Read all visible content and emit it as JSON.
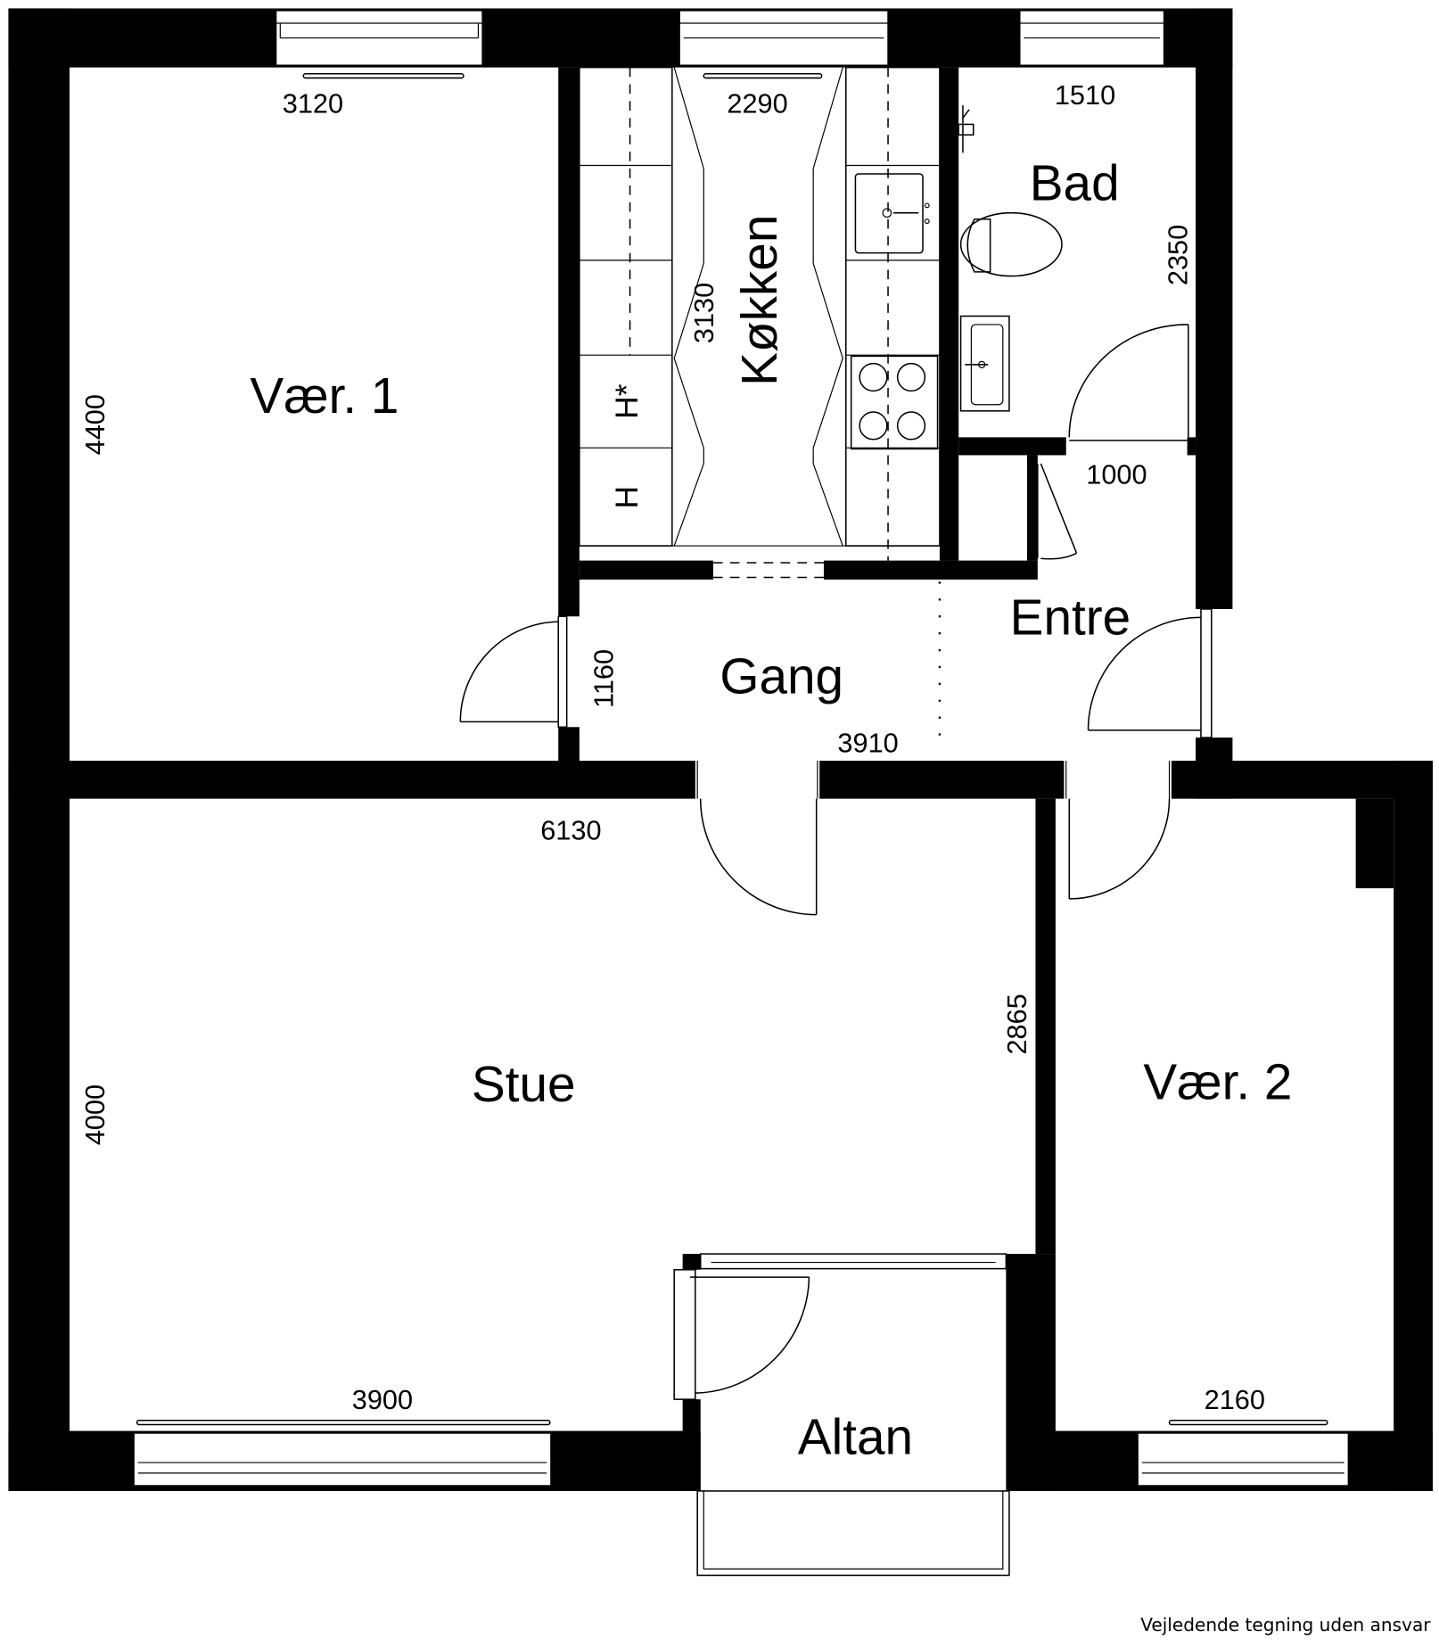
{
  "rooms": {
    "vaer1": "Vær. 1",
    "koekken": "Køkken",
    "bad": "Bad",
    "gang": "Gang",
    "entre": "Entre",
    "stue": "Stue",
    "vaer2": "Vær. 2",
    "altan": "Altan"
  },
  "dimensions": {
    "vaer1_width": "3120",
    "vaer1_length": "4400",
    "koekken_width": "2290",
    "koekken_length": "3130",
    "bad_width": "1510",
    "bad_length": "2350",
    "entre_width": "1000",
    "gang_width": "1160",
    "gang_length": "3910",
    "stue_width_top": "6130",
    "stue_width_bottom": "3900",
    "stue_length": "4000",
    "stue_partial": "2865",
    "vaer2_width": "2160"
  },
  "kitchen_marks": {
    "hood_star": "H*",
    "hood": "H"
  },
  "footer": "Vejledende tegning uden ansvar"
}
